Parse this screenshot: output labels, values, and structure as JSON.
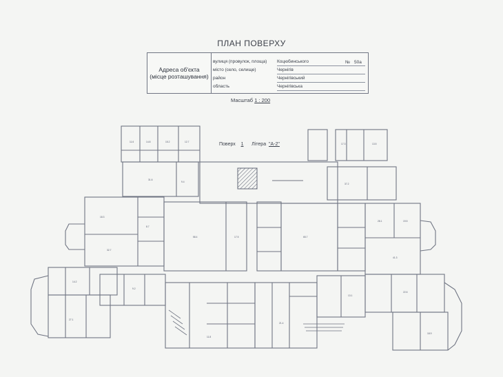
{
  "document": {
    "title": "ПЛАН ПОВЕРХУ",
    "address_label": [
      "Адреса об'єкта",
      "(місце розташування)"
    ],
    "address_rows": [
      {
        "key": "вулиця (провулок, площа)",
        "value": "Коцюбинського"
      },
      {
        "key": "місто (село, селище)",
        "value": "Чернігів"
      },
      {
        "key": "район",
        "value": "Чернігівський"
      },
      {
        "key": "область",
        "value": "Чернігівська"
      }
    ],
    "house_number_label": "№",
    "house_number": "50а",
    "scale_label": "Масштаб",
    "scale_value": "1 : 200",
    "floor_label": "Поверх",
    "floor_value": "1",
    "litera_label": "Літера",
    "litera_value": "\"А-2\""
  },
  "colors": {
    "ink": "#6f7482",
    "paper": "#f4f5f3",
    "text": "#3a3f4a"
  }
}
